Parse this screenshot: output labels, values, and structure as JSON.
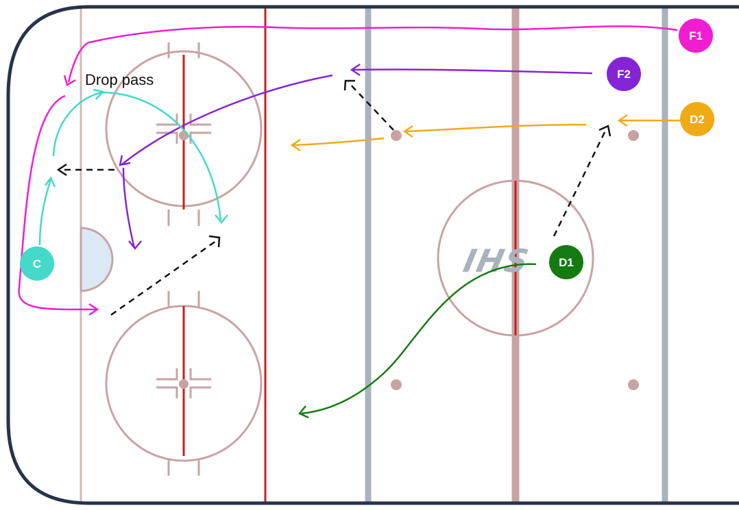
{
  "rink": {
    "logo_text": "IHS",
    "colors": {
      "boards": "#26334a",
      "red_line": "#c8201c",
      "blue_line": "#a9b3bd",
      "circle": "#c9a3a3",
      "crease": "#dbe9f4"
    }
  },
  "annotations": {
    "drop_pass": "Drop pass"
  },
  "players": [
    {
      "id": "F1",
      "label": "F1",
      "color": "#f01dd2"
    },
    {
      "id": "F2",
      "label": "F2",
      "color": "#8424d6"
    },
    {
      "id": "D2",
      "label": "D2",
      "color": "#f0aa14"
    },
    {
      "id": "C",
      "label": "C",
      "color": "#44d9c9"
    },
    {
      "id": "D1",
      "label": "D1",
      "color": "#157a12"
    }
  ],
  "paths": [
    {
      "player": "F1",
      "type": "skate",
      "color": "#f01dd2"
    },
    {
      "player": "F1",
      "type": "skate",
      "color": "#f01dd2"
    },
    {
      "player": "F2",
      "type": "skate",
      "color": "#8424d6"
    },
    {
      "player": "F2",
      "type": "skate",
      "color": "#8424d6"
    },
    {
      "player": "D2",
      "type": "skate",
      "color": "#f0aa14"
    },
    {
      "player": "C",
      "type": "skate",
      "color": "#44d9c9"
    },
    {
      "player": "D1",
      "type": "skate",
      "color": "#157a12"
    },
    {
      "type": "pass",
      "color": "#111111"
    }
  ]
}
